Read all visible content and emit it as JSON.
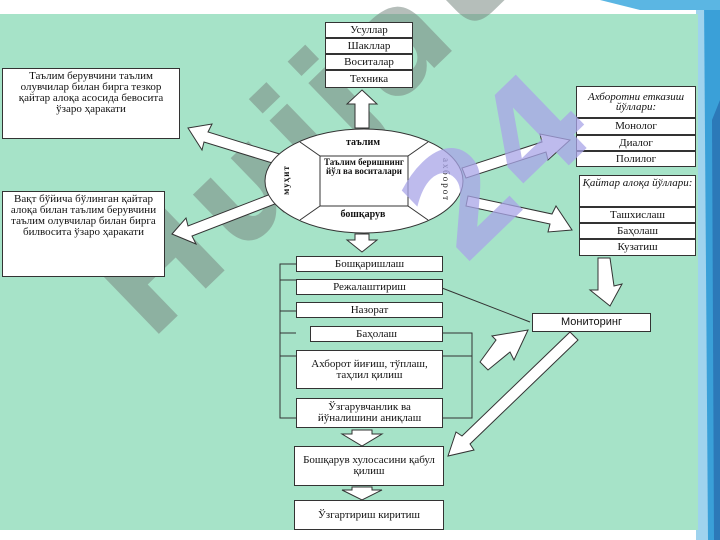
{
  "colors": {
    "panel": "#a6e3c8",
    "edge_blue": "#3aa0d8",
    "edge_dark": "#2c79b8"
  },
  "watermark": {
    "text": "Hujjat",
    "overlay": "24"
  },
  "top_boxes": [
    "Усуллар",
    "Шакллар",
    "Воситалар",
    "Техника"
  ],
  "left_box_1": "Таълим берувчини таълим олувчилар билан бирга тезкор қайтар алоқа асосида бевосита ўзаро ҳаракати",
  "left_box_2": "Вақт бўйича бўлинган қайтар алоқа билан таълим берувчини таълим олувчилар билан бирга билвосита ўзаро ҳаракати",
  "ellipse": {
    "top": "таълим",
    "center": "Таълим беришнинг йўл ва воситалари",
    "left": "муҳит",
    "right": "ахборот",
    "bottom": "бошқарув"
  },
  "info_header": "Ахборотни етказиш йўллари:",
  "info_items": [
    "Монолог",
    "Диалог",
    "Полилог"
  ],
  "feedback_header": "Қайтар алоқа йўллари:",
  "feedback_items": [
    "Ташхислаш",
    "Баҳолаш",
    "Кузатиш"
  ],
  "monitoring": "Мониторинг",
  "process": [
    "Бошқаришлаш",
    "Режалаштириш",
    "Назорат",
    "Баҳолаш",
    "Ахборот йиғиш, тўплаш, таҳлил қилиш",
    "Ўзгарувчанлик ва йўналишини аниқлаш"
  ],
  "decision": "Бошқарув хулосасини қабул қилиш",
  "change": "Ўзгартириш киритиш"
}
